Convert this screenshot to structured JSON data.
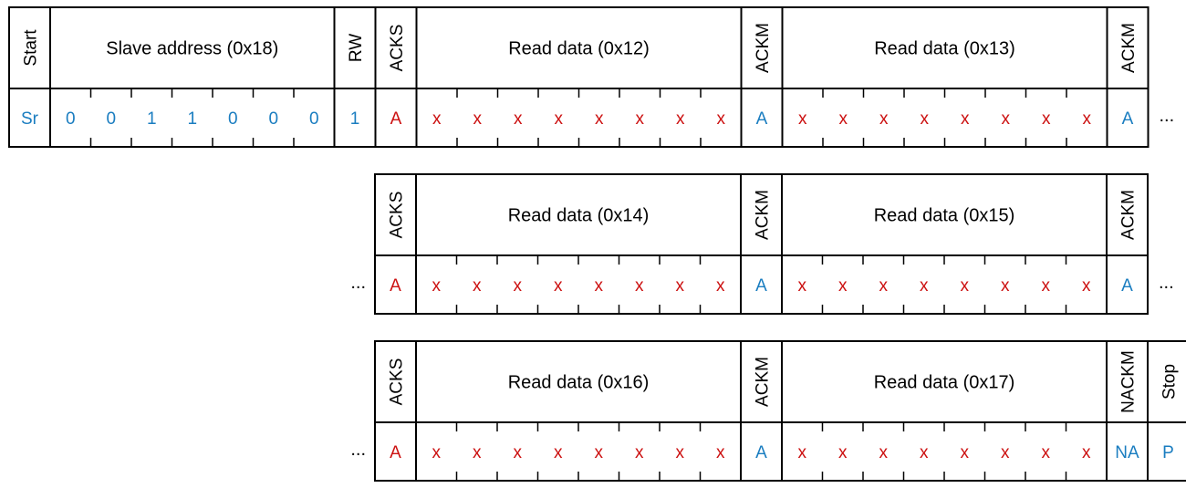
{
  "colors": {
    "line": "#000000",
    "master": "#1a7dc0",
    "slave": "#cc1111",
    "label": "#000000"
  },
  "continuation": "...",
  "rows": [
    {
      "leading_ellipsis": false,
      "trailing_ellipsis": true,
      "cells": [
        {
          "kind": "vertical",
          "header": "Start",
          "value": "Sr",
          "color": "master"
        },
        {
          "kind": "byte",
          "header": "Slave address (0x18)",
          "bits": [
            "0",
            "0",
            "1",
            "1",
            "0",
            "0",
            "0"
          ],
          "color": "master"
        },
        {
          "kind": "vertical",
          "header": "RW",
          "value": "1",
          "color": "master"
        },
        {
          "kind": "vertical",
          "header": "ACKS",
          "value": "A",
          "color": "slave"
        },
        {
          "kind": "byte",
          "header": "Read data (0x12)",
          "bits": [
            "x",
            "x",
            "x",
            "x",
            "x",
            "x",
            "x",
            "x"
          ],
          "color": "slave"
        },
        {
          "kind": "vertical",
          "header": "ACKM",
          "value": "A",
          "color": "master"
        },
        {
          "kind": "byte",
          "header": "Read data (0x13)",
          "bits": [
            "x",
            "x",
            "x",
            "x",
            "x",
            "x",
            "x",
            "x"
          ],
          "color": "slave"
        },
        {
          "kind": "vertical",
          "header": "ACKM",
          "value": "A",
          "color": "master"
        }
      ]
    },
    {
      "leading_ellipsis": true,
      "trailing_ellipsis": true,
      "cells": [
        {
          "kind": "vertical",
          "header": "ACKS",
          "value": "A",
          "color": "slave"
        },
        {
          "kind": "byte",
          "header": "Read data (0x14)",
          "bits": [
            "x",
            "x",
            "x",
            "x",
            "x",
            "x",
            "x",
            "x"
          ],
          "color": "slave"
        },
        {
          "kind": "vertical",
          "header": "ACKM",
          "value": "A",
          "color": "master"
        },
        {
          "kind": "byte",
          "header": "Read data (0x15)",
          "bits": [
            "x",
            "x",
            "x",
            "x",
            "x",
            "x",
            "x",
            "x"
          ],
          "color": "slave"
        },
        {
          "kind": "vertical",
          "header": "ACKM",
          "value": "A",
          "color": "master"
        }
      ]
    },
    {
      "leading_ellipsis": true,
      "trailing_ellipsis": false,
      "cells": [
        {
          "kind": "vertical",
          "header": "ACKS",
          "value": "A",
          "color": "slave"
        },
        {
          "kind": "byte",
          "header": "Read data (0x16)",
          "bits": [
            "x",
            "x",
            "x",
            "x",
            "x",
            "x",
            "x",
            "x"
          ],
          "color": "slave"
        },
        {
          "kind": "vertical",
          "header": "ACKM",
          "value": "A",
          "color": "master"
        },
        {
          "kind": "byte",
          "header": "Read data (0x17)",
          "bits": [
            "x",
            "x",
            "x",
            "x",
            "x",
            "x",
            "x",
            "x"
          ],
          "color": "slave"
        },
        {
          "kind": "vertical",
          "header": "NACKM",
          "value": "NA",
          "color": "master"
        },
        {
          "kind": "vertical",
          "header": "Stop",
          "value": "P",
          "color": "master"
        }
      ]
    }
  ]
}
